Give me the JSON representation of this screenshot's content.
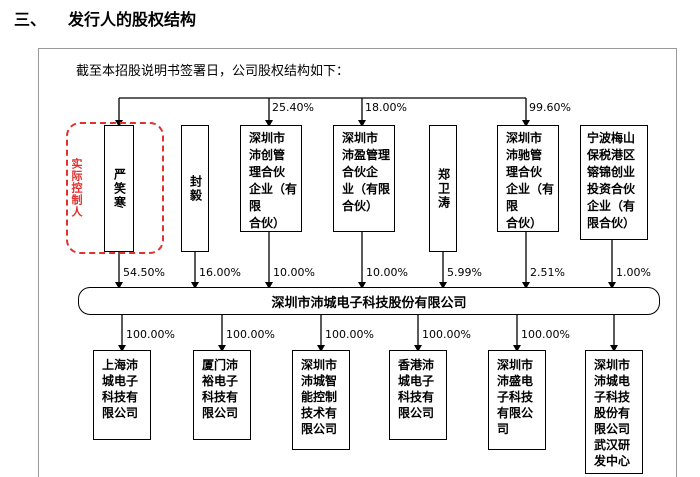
{
  "section": {
    "number": "三、",
    "title": "发行人的股权结构"
  },
  "intro": "截至本招股说明书签署日，公司股权结构如下：",
  "actual_controller_label": "实际控制人",
  "shareholders": [
    {
      "name": "严笑寒",
      "pct": "54.50%"
    },
    {
      "name": "封毅",
      "pct": "16.00%"
    },
    {
      "name": "深圳市沛创管理合伙企业（有限合伙）",
      "lines": [
        "深圳市",
        "沛创管",
        "理合伙",
        "企业（有限",
        "合伙）"
      ],
      "pct": "10.00%"
    },
    {
      "name": "深圳市沛盈管理合伙企业（有限合伙）",
      "lines": [
        "深圳市",
        "沛盈管理",
        "合伙企",
        "业（有限",
        "合伙）"
      ],
      "pct": "10.00%"
    },
    {
      "name": "郑卫涛",
      "pct": "5.99%"
    },
    {
      "name": "深圳市沛驰管理合伙企业（有限合伙）",
      "lines": [
        "深圳市",
        "沛驰管",
        "理合伙",
        "企业（有限",
        "合伙）"
      ],
      "pct": "2.51%"
    },
    {
      "name": "宁波梅山保税港区镕锦创业投资合伙企业（有限合伙）",
      "lines": [
        "宁波梅山",
        "保税港区",
        "镕锦创业",
        "投资合伙",
        "企业（有",
        "限合伙）"
      ],
      "pct": "1.00%"
    }
  ],
  "controller_stakes": [
    "25.40%",
    "18.00%",
    "99.60%"
  ],
  "company": "深圳市沛城电子科技股份有限公司",
  "subsidiaries": [
    {
      "pct": "100.00%",
      "lines": [
        "上海沛",
        "城电子",
        "科技有",
        "限公司"
      ]
    },
    {
      "pct": "100.00%",
      "lines": [
        "厦门沛",
        "裕电子",
        "科技有",
        "限公司"
      ]
    },
    {
      "pct": "100.00%",
      "lines": [
        "深圳市",
        "沛城智",
        "能控制",
        "技术有",
        "限公司"
      ]
    },
    {
      "pct": "100.00%",
      "lines": [
        "香港沛",
        "城电子",
        "科技有",
        "限公司"
      ]
    },
    {
      "pct": "100.00%",
      "lines": [
        "深圳市",
        "沛盛电",
        "子科技",
        "有限公",
        "司"
      ]
    },
    {
      "pct": "",
      "lines": [
        "深圳市",
        "沛城电",
        "子科技",
        "股份有",
        "限公司",
        "武汉研",
        "发中心"
      ]
    }
  ]
}
